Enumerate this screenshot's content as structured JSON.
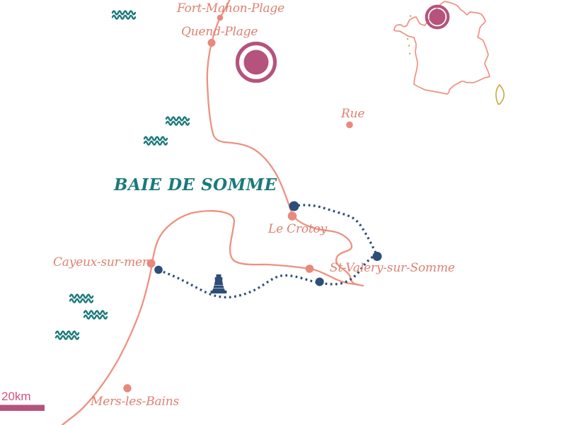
{
  "title": "BAIE DE SOMME",
  "towns": [
    {
      "name": "Fort-Mahon-Plage"
    },
    {
      "name": "Quend-Plage"
    },
    {
      "name": "Rue"
    },
    {
      "name": "Le Crotoy"
    },
    {
      "name": "St-Valery-sur-Somme"
    },
    {
      "name": "Cayeux-sur-mer"
    },
    {
      "name": "Mers-les-Bains"
    }
  ],
  "scale": {
    "label": "20km"
  },
  "colors": {
    "coastline_coral": "#EE9181",
    "label_coral": "#DE8071",
    "marker_coral": "#E8897C",
    "route_navy": "#2D4E78",
    "sea_teal": "#1A797B",
    "highlight_rose": "#B5537D",
    "scale_pink": "#D75082",
    "corsica_gold": "#C9A645"
  },
  "icons": {
    "wave": "wave-icon",
    "lighthouse": "lighthouse-icon",
    "highlight_ring": "ring-marker",
    "inset": "france-inset-map"
  }
}
